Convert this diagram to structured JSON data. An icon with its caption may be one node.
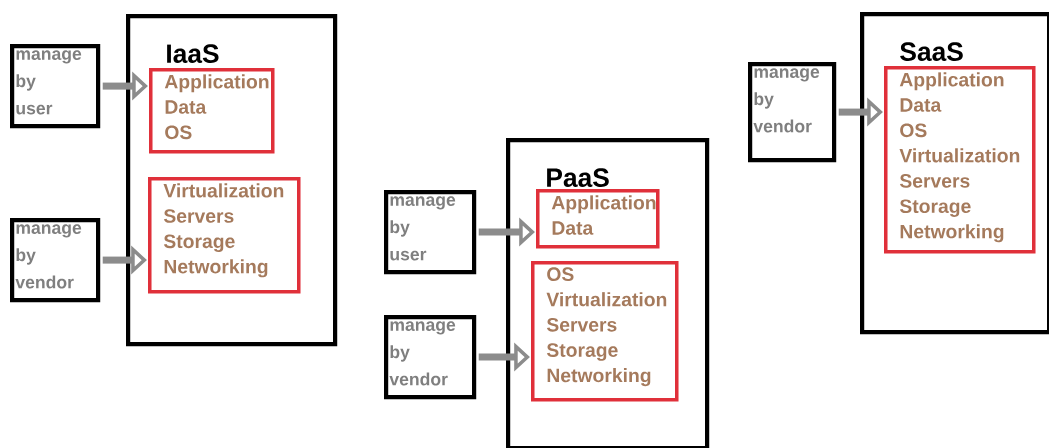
{
  "diagram": {
    "nodes": [
      {
        "text": [
          "IaaS"
        ]
      },
      {
        "text": [
          "Application",
          "Data",
          "OS"
        ],
        "in": 0
      },
      {
        "text": [
          "Virtualization",
          "Servers",
          "Storage",
          "Networking"
        ],
        "in": 0
      },
      {
        "text": [
          "manage by user"
        ]
      },
      {
        "text": [
          "manage by vendor"
        ]
      },
      {
        "text": [
          "PaaS"
        ]
      },
      {
        "text": [
          "Application",
          "Data"
        ],
        "in": 5
      },
      {
        "text": [
          "OS",
          "Virtualization",
          "Servers",
          "Storage",
          "Networking"
        ],
        "in": 5
      },
      {
        "text": [
          "manage by user"
        ]
      },
      {
        "text": [
          "manage by vendor"
        ]
      },
      {
        "text": [
          "SaaS"
        ]
      },
      {
        "text": [
          "Application",
          "Data",
          "OS",
          "Virtualization",
          "Servers",
          "Storage",
          "Networking"
        ],
        "in": 10
      },
      {
        "text": [
          "manage by vendor"
        ]
      }
    ],
    "edges": [
      {
        "from": 3,
        "to": 1,
        "arrow": "to"
      },
      {
        "from": 4,
        "to": 2,
        "arrow": "to"
      },
      {
        "from": 8,
        "to": 6,
        "arrow": "to"
      },
      {
        "from": 9,
        "to": 7,
        "arrow": "to"
      },
      {
        "from": 12,
        "to": 11,
        "arrow": "to"
      }
    ]
  }
}
